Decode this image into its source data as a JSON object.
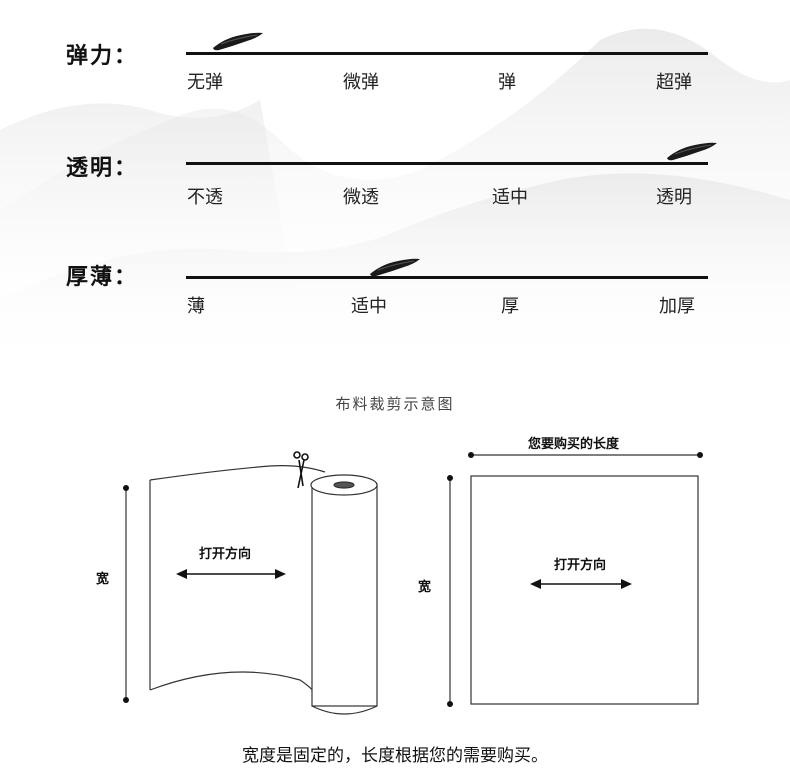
{
  "scales": [
    {
      "title": "弹力：",
      "labels": [
        "无弹",
        "微弹",
        "弹",
        "超弹"
      ],
      "marker_position": 0.1
    },
    {
      "title": "透明：",
      "labels": [
        "不透",
        "微透",
        "适中",
        "透明"
      ],
      "marker_position": 0.97
    },
    {
      "title": "厚薄：",
      "labels": [
        "薄",
        "适中",
        "厚",
        "加厚"
      ],
      "marker_position": 0.4
    }
  ],
  "diagram": {
    "title": "布料裁剪示意图",
    "roll": {
      "width_label": "宽",
      "direction_label": "打开方向"
    },
    "sheet": {
      "length_label": "您要购买的长度",
      "width_label": "宽",
      "direction_label": "打开方向"
    }
  },
  "caption": "宽度是固定的，长度根据您的需要购买。",
  "colors": {
    "ink": "#111111",
    "mountain": "#e9e9e9"
  },
  "icons": [
    "brush-stroke-marker",
    "scissors-icon",
    "double-arrow-icon"
  ]
}
